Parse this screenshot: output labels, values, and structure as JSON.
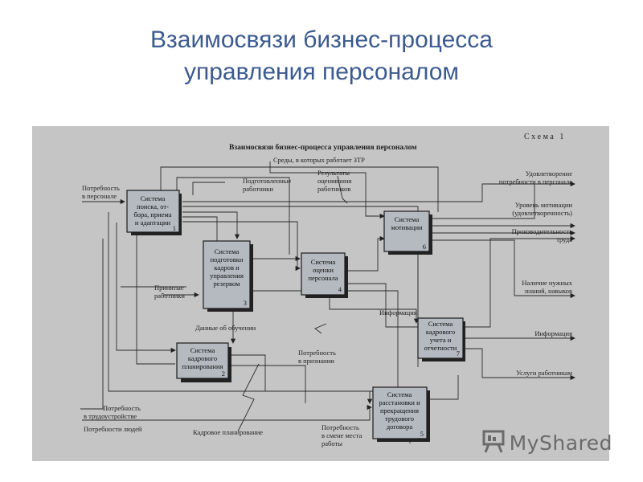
{
  "slide": {
    "title_line1": "Взаимосвязи бизнес-процесса",
    "title_line2": "управления персоналом"
  },
  "figure": {
    "heading": "Взаимосвязи бизнес-процесса управления персоналом",
    "scheme_label": "С х е м а   1",
    "boxes": [
      {
        "lines": [
          "Система",
          "поиска, от-",
          "бора, приема",
          "и адаптации"
        ],
        "number": "1"
      },
      {
        "lines": [
          "Система",
          "кадрового",
          "планирования"
        ],
        "number": "2"
      },
      {
        "lines": [
          "Система",
          "подготовки",
          "кадров и",
          "управления",
          "резервом"
        ],
        "number": "3"
      },
      {
        "lines": [
          "Система",
          "оценки",
          "персонала"
        ],
        "number": "4"
      },
      {
        "lines": [
          "Система",
          "расстановки и",
          "прекращения",
          "трудового",
          "договора"
        ],
        "number": "5"
      },
      {
        "lines": [
          "Система",
          "мотивации"
        ],
        "number": "6"
      },
      {
        "lines": [
          "Система",
          "кадрового",
          "учета и",
          "отчетности"
        ],
        "number": "7"
      }
    ],
    "inputs": {
      "need_personnel": [
        "Потребность",
        "в персонале"
      ],
      "hired_workers": [
        "Принятые",
        "работники"
      ],
      "need_employment": [
        "Потребность",
        "в трудоустройстве"
      ],
      "people_needs": "Потребности людей"
    },
    "controls": {
      "environment": "Среды, в которых работает ЗТР",
      "prepared_workers": [
        "Подготовленные",
        "работники"
      ],
      "evaluation_results": [
        "Результаты",
        "оценивания",
        "работников"
      ]
    },
    "internal_labels": {
      "training_data": "Данные об обучении",
      "information": "Информация",
      "need_recognition": [
        "Потребность",
        "в признании"
      ],
      "hr_planning": "Кадровое планирование",
      "need_job_change": [
        "Потребность",
        "в смене места",
        "работы"
      ]
    },
    "outputs": [
      [
        "Удовлетворение",
        "потребности в персонале"
      ],
      [
        "Уровень мотивации",
        "(удовлетворенность)"
      ],
      [
        "Производительность",
        "труда"
      ],
      [
        "Наличие нужных",
        "знаний, навыков"
      ],
      [
        "Информация"
      ],
      [
        "Услуги работникам"
      ]
    ]
  },
  "watermark": {
    "text": "MyShared",
    "icon": "presentation-board-icon"
  }
}
